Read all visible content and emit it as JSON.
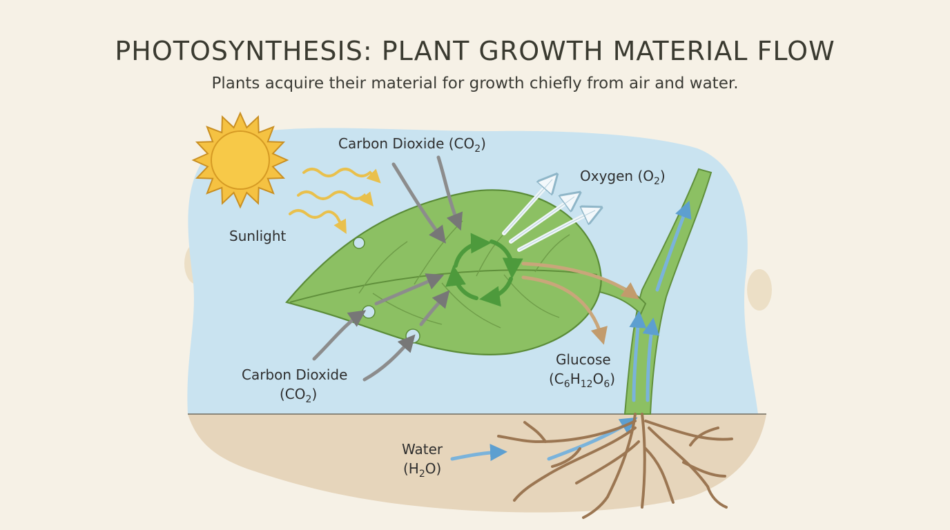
{
  "header": {
    "title": "PHOTOSYNTHESIS: PLANT GROWTH MATERIAL FLOW",
    "subtitle": "Plants acquire their material for growth chiefly from air and water."
  },
  "labels": {
    "sunlight": "Sunlight",
    "co2_top": {
      "text": "Carbon Dioxide (CO",
      "sub": "2",
      "tail": ")"
    },
    "co2_bottom": {
      "line1": "Carbon Dioxide",
      "line2_a": "(CO",
      "sub": "2",
      "line2_b": ")"
    },
    "oxygen": {
      "text": "Oxygen (O",
      "sub": "2",
      "tail": ")"
    },
    "glucose": {
      "line1": "Glucose",
      "a": "(C",
      "s1": "6",
      "b": "H",
      "s2": "12",
      "c": "O",
      "s3": "6",
      "d": ")"
    },
    "water": {
      "line1": "Water",
      "a": "(H",
      "s1": "2",
      "b": "O)"
    }
  },
  "colors": {
    "sky": "#c9e3f0",
    "soil": "#e6d5bb",
    "leaf": "#8cc063",
    "sun": "#f5c242",
    "co2_arrow": "#8c8c8c",
    "o2_arrow": "#eef5f8",
    "glucose_arrow": "#c9a67a",
    "water_arrow": "#7ab3db",
    "cycle": "#4d9a3c",
    "root": "#9b7652"
  }
}
